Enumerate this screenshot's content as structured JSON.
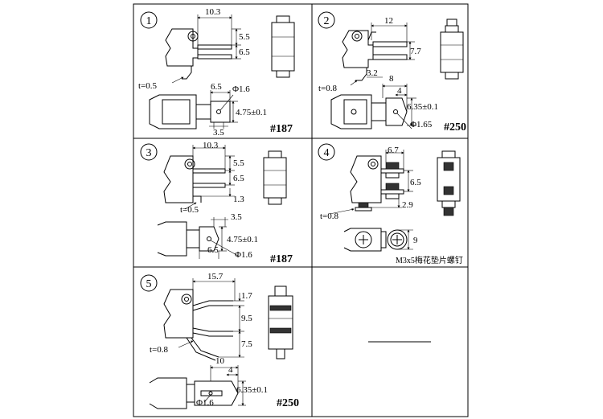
{
  "panels": [
    {
      "number": "1",
      "dims": [
        "10.3",
        "5.5",
        "6.5",
        "t=0.5",
        "6.5",
        "Φ1.6",
        "4.75±0.1",
        "3.5"
      ],
      "code": "#187"
    },
    {
      "number": "2",
      "dims": [
        "12",
        "7.7",
        "t=0.8",
        "3.2",
        "8",
        "4",
        "6.35±0.1",
        "Φ1.65"
      ],
      "code": "#250"
    },
    {
      "number": "3",
      "dims": [
        "10.3",
        "5.5",
        "6.5",
        "1.3",
        "t=0.5",
        "3.5",
        "4.75±0.1",
        "6.5",
        "Φ1.6"
      ],
      "code": "#187"
    },
    {
      "number": "4",
      "dims": [
        "6.7",
        "6.5",
        "2.9",
        "t=0.8",
        "9"
      ],
      "note": "M3x5梅花垫片螺钉"
    },
    {
      "number": "5",
      "dims": [
        "15.7",
        "1.7",
        "9.5",
        "7.5",
        "t=0.8",
        "10",
        "4",
        "6.35±0.1",
        "Φ1.6"
      ],
      "code": "#250"
    }
  ]
}
